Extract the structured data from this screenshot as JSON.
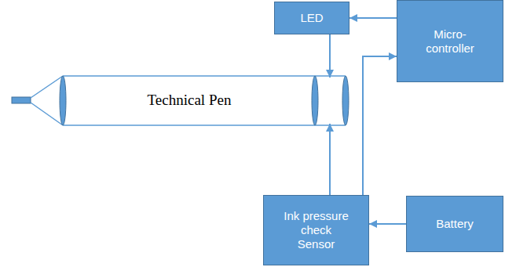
{
  "diagram": {
    "nodes": [
      {
        "text": [
          "LED"
        ]
      },
      {
        "text": [
          "Micro- controller"
        ]
      },
      {
        "text": [
          "Technical Pen"
        ]
      },
      {
        "text": [
          "Ink pressure check Sensor"
        ]
      },
      {
        "text": [
          "Battery"
        ]
      }
    ],
    "edges": [
      {
        "from": 1,
        "to": 0,
        "arrow": "to"
      },
      {
        "from": 0,
        "to": 2,
        "arrow": "to"
      },
      {
        "from": 3,
        "to": 2,
        "arrow": "to"
      },
      {
        "from": 3,
        "to": 1,
        "arrow": "to"
      },
      {
        "from": 4,
        "to": 3,
        "arrow": "to"
      }
    ]
  }
}
